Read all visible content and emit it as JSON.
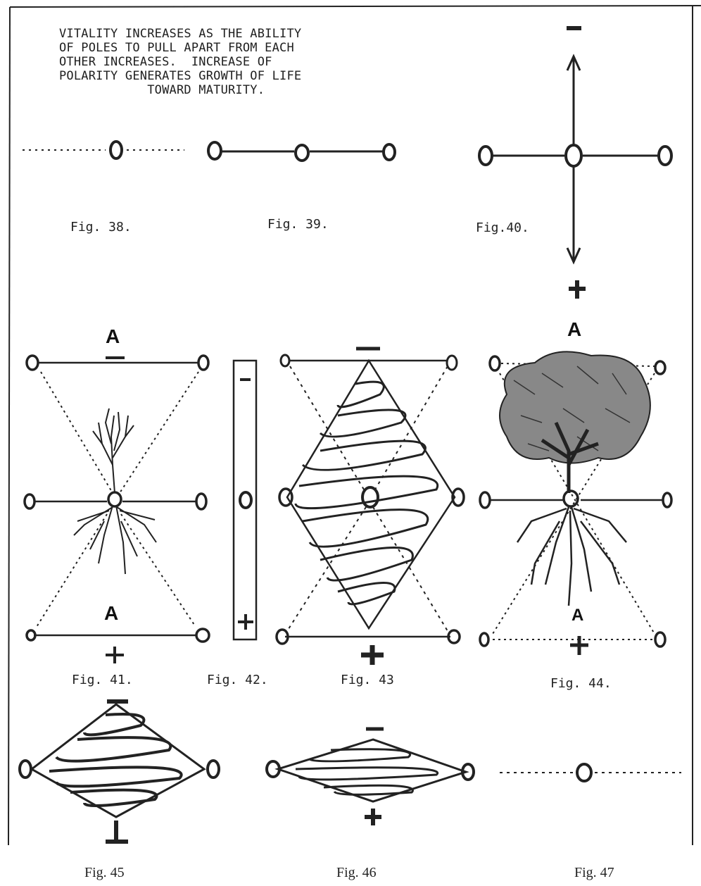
{
  "intro_text": [
    "VITALITY INCREASES AS THE ABILITY",
    "OF POLES TO PULL APART FROM EACH",
    "OTHER INCREASES.  INCREASE OF",
    "POLARITY GENERATES GROWTH OF LIFE",
    "            TOWARD MATURITY."
  ],
  "figures": {
    "fig38": "Fig. 38.",
    "fig39": "Fig. 39.",
    "fig40": "Fig.40.",
    "fig41": "Fig. 41.",
    "fig42": "Fig. 42.",
    "fig43": "Fig. 43",
    "fig44": "Fig. 44.",
    "fig45": "Fig. 45",
    "fig46": "Fig. 46",
    "fig47": "Fig. 47"
  },
  "symbols": {
    "minus": "—",
    "plus": "+",
    "zero": "O",
    "apex": "A"
  }
}
